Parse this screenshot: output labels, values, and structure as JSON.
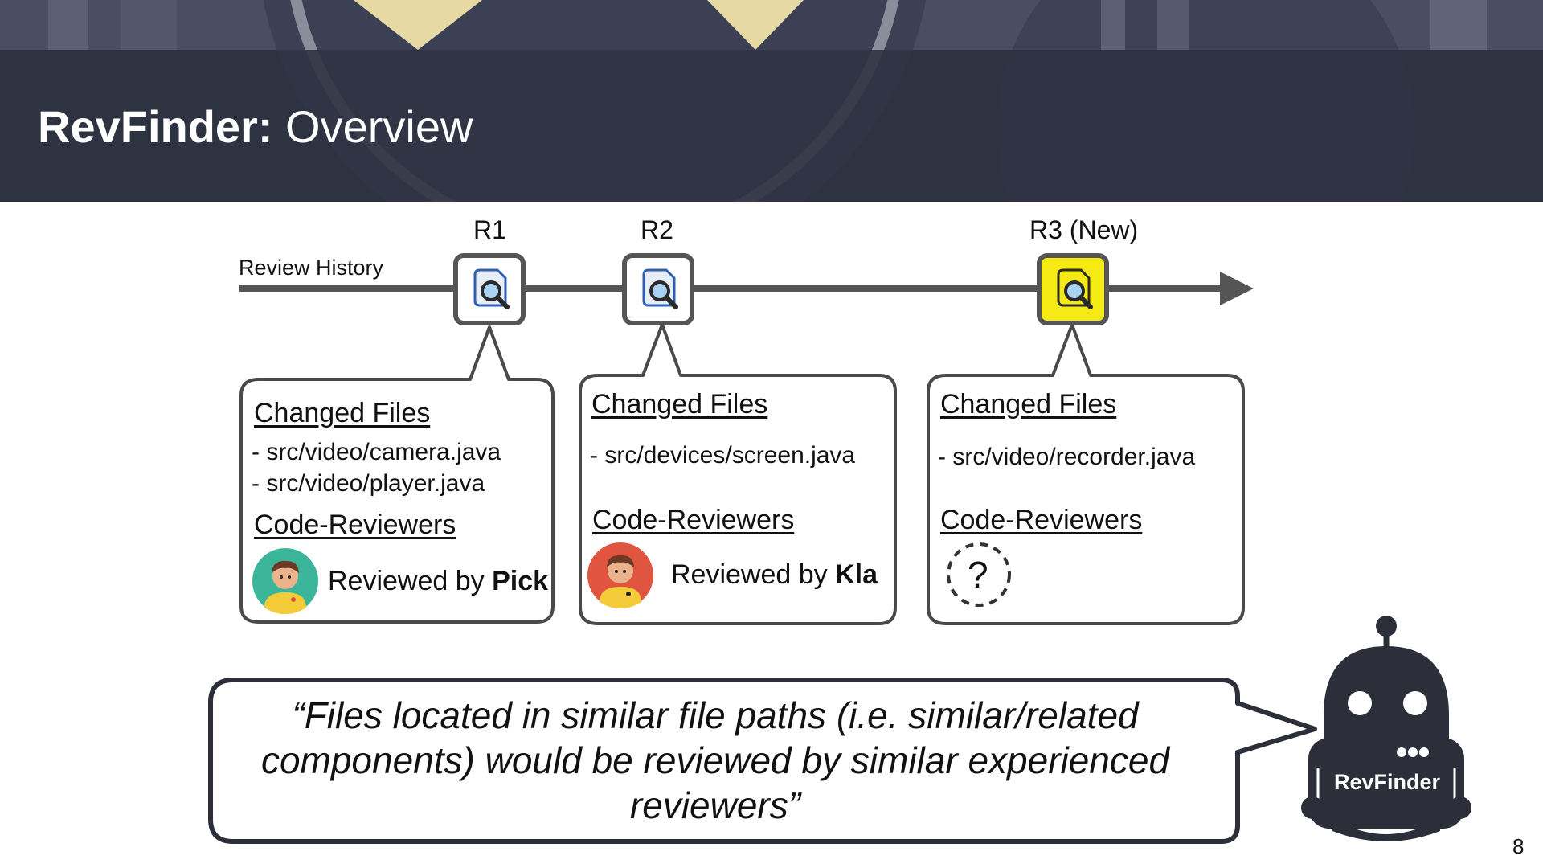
{
  "slide": {
    "title_bold": "RevFinder:",
    "title_rest": " Overview",
    "page_number": "8"
  },
  "timeline": {
    "label": "Review History",
    "reviews": [
      {
        "id": "R1",
        "label": "R1",
        "icon": "review-document-icon",
        "highlight": false
      },
      {
        "id": "R2",
        "label": "R2",
        "icon": "review-document-icon",
        "highlight": false
      },
      {
        "id": "R3",
        "label": "R3 (New)",
        "icon": "review-document-icon",
        "highlight": true
      }
    ]
  },
  "cards": [
    {
      "changed_files_heading": "Changed Files",
      "files": [
        "- src/video/camera.java",
        "- src/video/player.java"
      ],
      "reviewers_heading": "Code-Reviewers",
      "reviewed_by_prefix": "Reviewed by ",
      "reviewer_name": "Pick",
      "avatar_color": "#3bb59a"
    },
    {
      "changed_files_heading": "Changed Files",
      "files": [
        "- src/devices/screen.java"
      ],
      "reviewers_heading": "Code-Reviewers",
      "reviewed_by_prefix": "Reviewed by ",
      "reviewer_name": "Kla",
      "avatar_color": "#e0553f"
    },
    {
      "changed_files_heading": "Changed Files",
      "files": [
        "- src/video/recorder.java"
      ],
      "reviewers_heading": "Code-Reviewers",
      "unknown_reviewer": "?"
    }
  ],
  "quote": {
    "lines": [
      "“Files located in similar file paths (i.e. similar/related",
      "components) would be reviewed by similar experienced",
      "reviewers”"
    ]
  },
  "robot": {
    "label": "RevFinder",
    "icon": "robot-icon"
  },
  "colors": {
    "banner": "#2f3342",
    "timeline": "#555555",
    "card_border": "#4a4a4a",
    "highlight": "#f5ea14",
    "robot": "#2c2f3a"
  }
}
